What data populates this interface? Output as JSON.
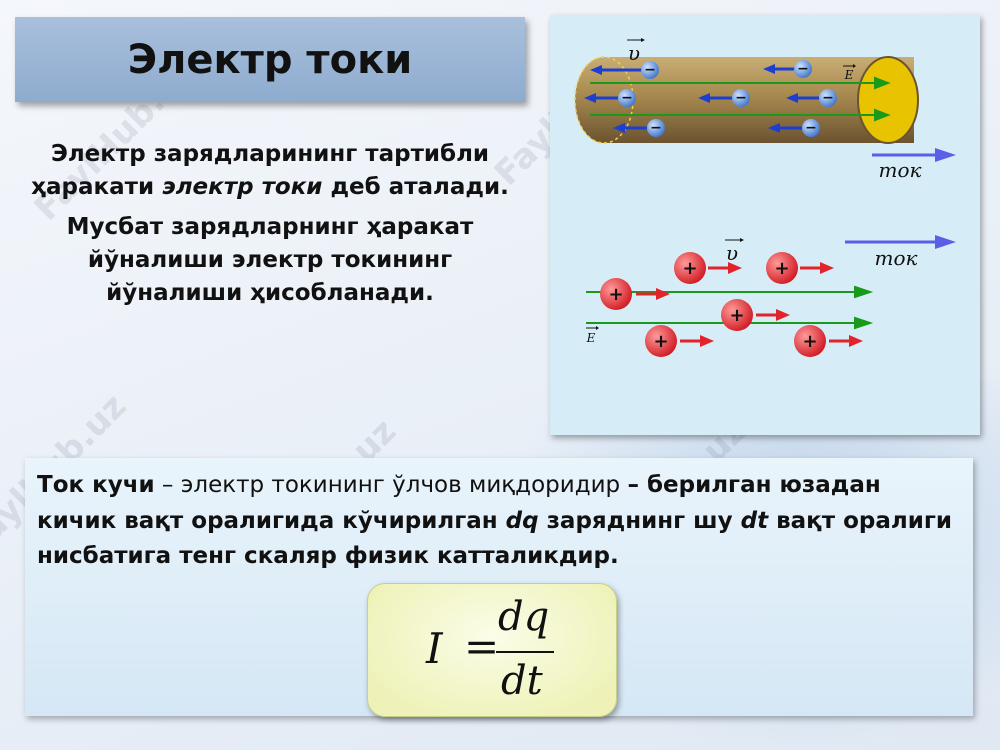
{
  "title": "Электр токи",
  "intro": {
    "p1_a": "Электр зарядларининг тартибли ҳаракати ",
    "p1_em": "электр токи",
    "p1_b": " деб аталади.",
    "p2": "Мусбат зарядларнинг ҳаракат йўналиши электр токининг йўналиши ҳисобланади."
  },
  "figure": {
    "velocity_symbol": "υ",
    "field_symbol": "E",
    "current_label": "ток",
    "negative_sign": "−",
    "positive_sign": "+",
    "colors": {
      "panel": "#d6edf7",
      "wire": "#a7894f",
      "field_line": "#1a9a1a",
      "electron": "#4a86d8",
      "electron_arrow": "#1d3fd1",
      "proton": "#e3232b",
      "proton_arrow": "#e3232b",
      "current_arrow": "#5a5fe8"
    }
  },
  "definition": {
    "term": "Ток кучи",
    "dash1": " – электр токининг ўлчов миқдоридир ",
    "bold1": "– берилган юзадан кичик вақт оралигида кўчирилган ",
    "dq": "dq",
    "bold2": " заряднинг шу ",
    "dt": "dt",
    "bold3": " вақт оралиги нисбатига тенг скаляр физик катталикдир."
  },
  "formula": {
    "lhs": "I",
    "eq": "=",
    "numerator": "dq",
    "denominator": "dt"
  },
  "watermark": "FaylHub.uz"
}
